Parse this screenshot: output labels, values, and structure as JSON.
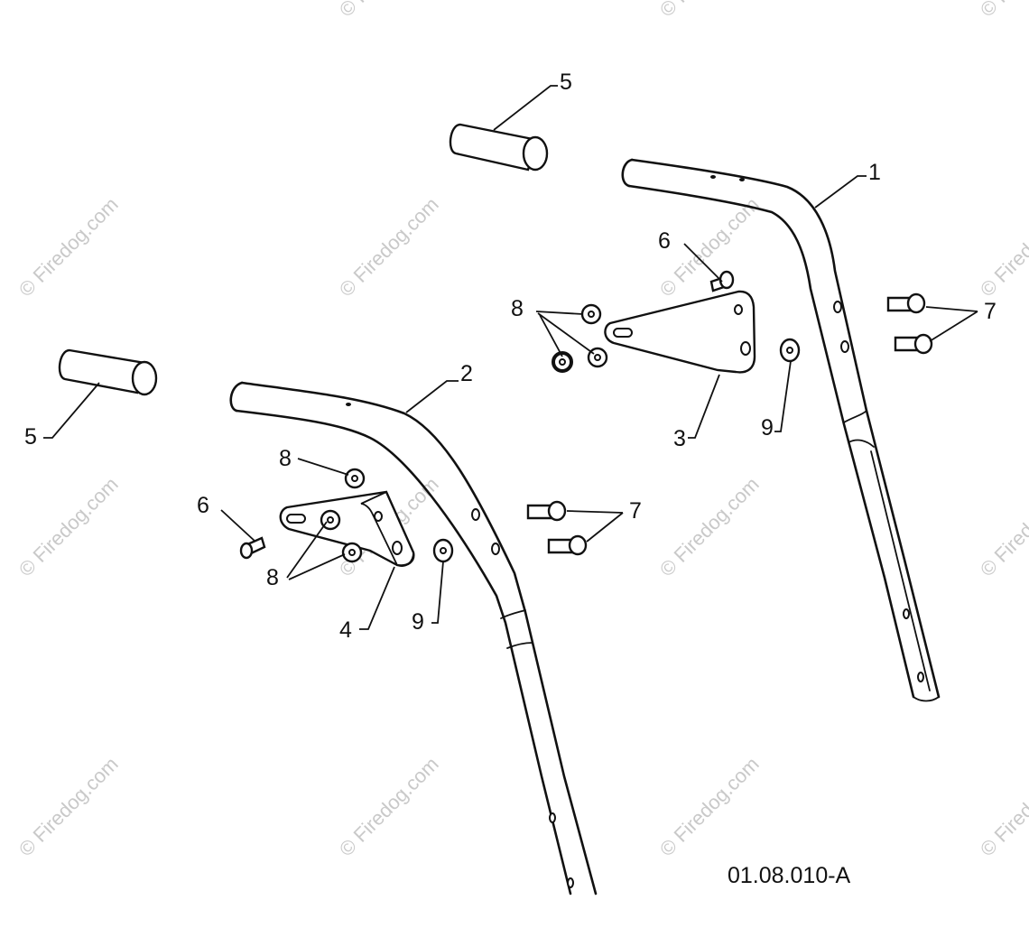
{
  "watermark": "© Firedog.com",
  "drawing_code": "01.08.010-A",
  "callouts": {
    "c1": "1",
    "c2": "2",
    "c3": "3",
    "c4": "4",
    "c5a": "5",
    "c5b": "5",
    "c6a": "6",
    "c6b": "6",
    "c7a": "7",
    "c7b": "7",
    "c8a": "8",
    "c8b": "8",
    "c8c": "8",
    "c9a": "9",
    "c9b": "9"
  }
}
